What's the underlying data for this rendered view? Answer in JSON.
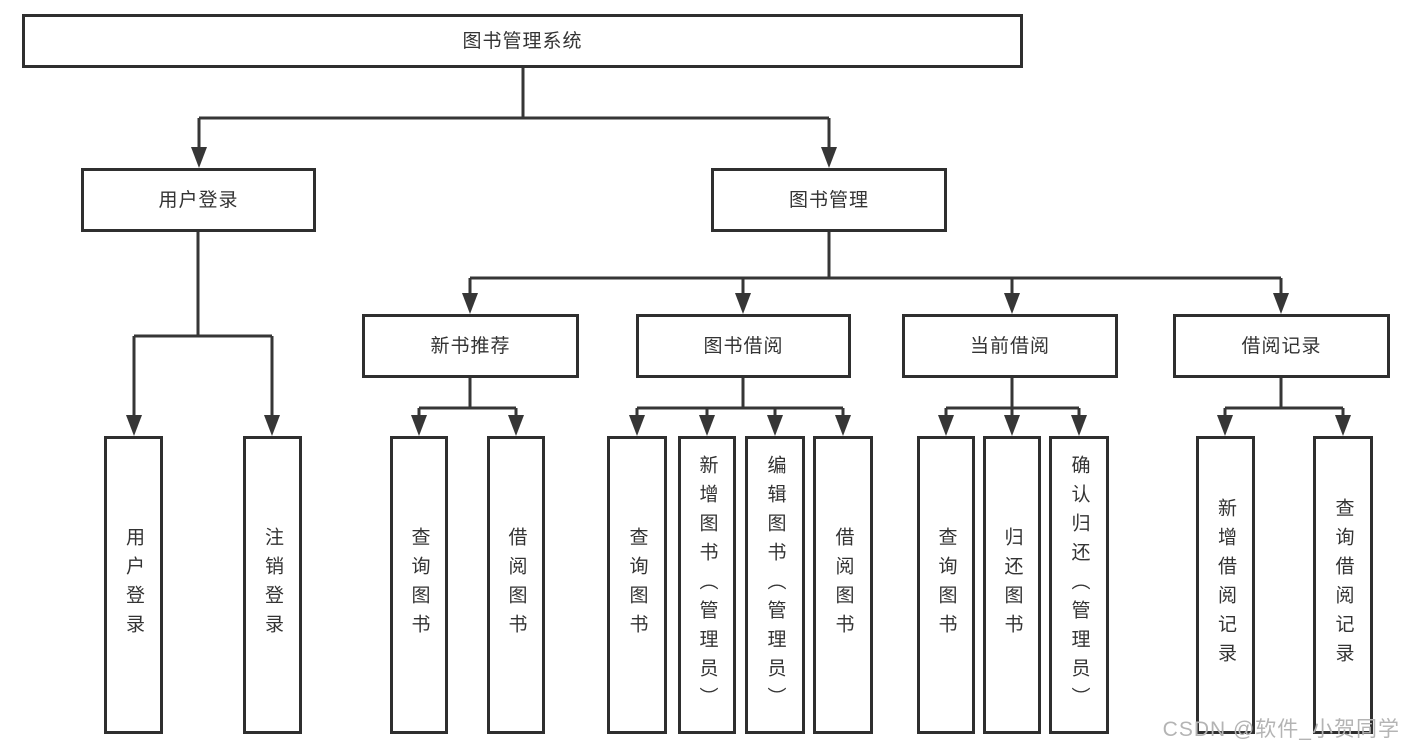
{
  "tree": {
    "label": "图书管理系统",
    "children": [
      {
        "label": "用户登录",
        "children": [
          {
            "label": "用户登录"
          },
          {
            "label": "注销登录"
          }
        ]
      },
      {
        "label": "图书管理",
        "children": [
          {
            "label": "新书推荐",
            "children": [
              {
                "label": "查询图书"
              },
              {
                "label": "借阅图书"
              }
            ]
          },
          {
            "label": "图书借阅",
            "children": [
              {
                "label": "查询图书"
              },
              {
                "label": "新增图书（管理员）"
              },
              {
                "label": "编辑图书（管理员）"
              },
              {
                "label": "借阅图书"
              }
            ]
          },
          {
            "label": "当前借阅",
            "children": [
              {
                "label": "查询图书"
              },
              {
                "label": "归还图书"
              },
              {
                "label": "确认归还（管理员）"
              }
            ]
          },
          {
            "label": "借阅记录",
            "children": [
              {
                "label": "新增借阅记录"
              },
              {
                "label": "查询借阅记录"
              }
            ]
          }
        ]
      }
    ]
  },
  "watermark": "CSDN @软件_小贺同学",
  "colors": {
    "line": "#363636",
    "box_border": "#2f2f2f",
    "text": "#333333",
    "watermark": "#b4b4b4",
    "background": "#ffffff"
  }
}
